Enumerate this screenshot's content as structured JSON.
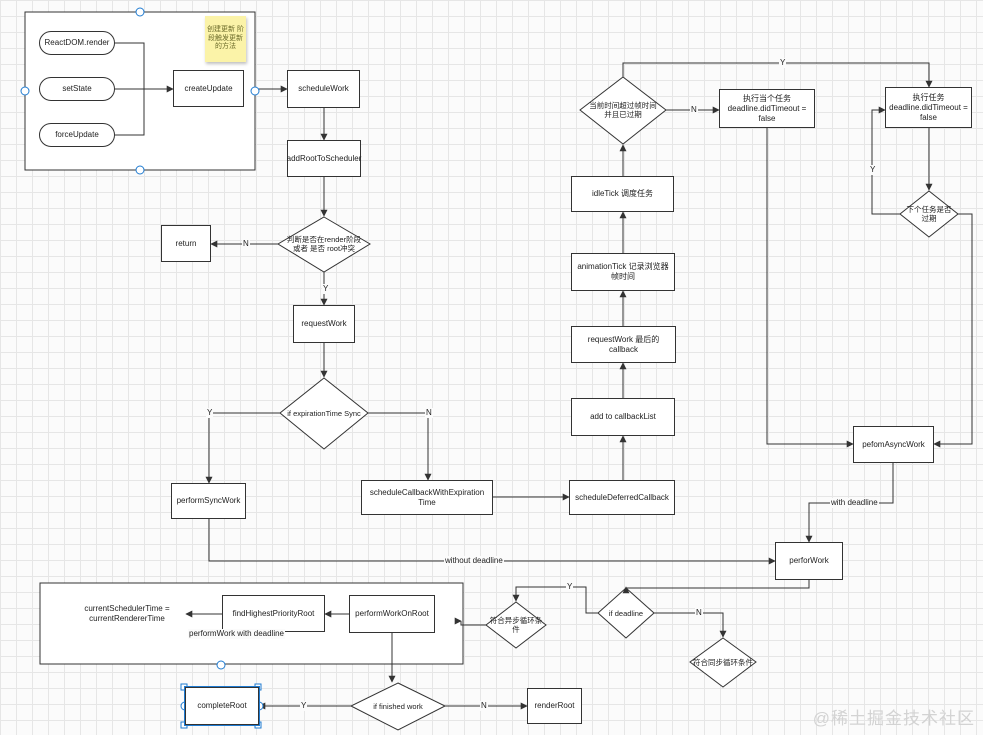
{
  "nodes": {
    "react_dom_render": "ReactDOM.render",
    "set_state": "setState",
    "force_update": "forceUpdate",
    "create_update": "createUpdate",
    "schedule_work": "scheduleWork",
    "add_root_to_scheduler": "addRootToScheduler",
    "return": "return",
    "request_work": "requestWork",
    "expiration_sync": "if expirationTime Sync",
    "perform_sync_work": "performSyncWork",
    "schedule_callback": "scheduleCallbackWithExpiration Time",
    "schedule_deferred": "scheduleDeferredCallback",
    "add_callback_list": "add to callbackList",
    "request_work_callback": "requestWork 最后的 callback",
    "animation_tick": "animationTick 记录浏览器帧时间",
    "idle_tick": "idleTick 调度任务",
    "timeout_check": "当前时间超过帧时间并且已过期",
    "exec_task_1": "执行当个任务 deadline.didTimeout = false",
    "exec_task_2": "执行任务 deadline.didTimeout = false",
    "next_task_expired": "下个任务是否过期",
    "perform_async_work": "pefomAsyncWork",
    "perfor_work": "perforWork",
    "if_deadline": "if deadline",
    "sync_loop_cond": "符合同步循环条件",
    "async_loop_cond": "符合异步循环条件",
    "perform_work_on_root": "performWorkOnRoot",
    "find_highest_priority_root": "findHighestPriorityRoot",
    "current_scheduler_time": "currentSchedulerTime = currentRendererTime",
    "if_finished_work": "if finished work",
    "complete_root": "completeRoot",
    "render_root": "renderRoot",
    "check_render_phase": "判断是否在render阶段 或者 是否 root冲突"
  },
  "sticky_note": "创建更新 阶段触发更新的方法",
  "edge_labels": {
    "n": "N",
    "y": "Y",
    "with_deadline": "with deadline",
    "without_deadline": "without deadline",
    "perform_work_with_deadline": "performWork with deadline"
  },
  "watermark": "@稀土掘金技术社区",
  "colors": {
    "stroke": "#333333",
    "selection": "#1f7bd1",
    "sticky": "#fbf3a8",
    "grid": "#e6e6e6"
  }
}
